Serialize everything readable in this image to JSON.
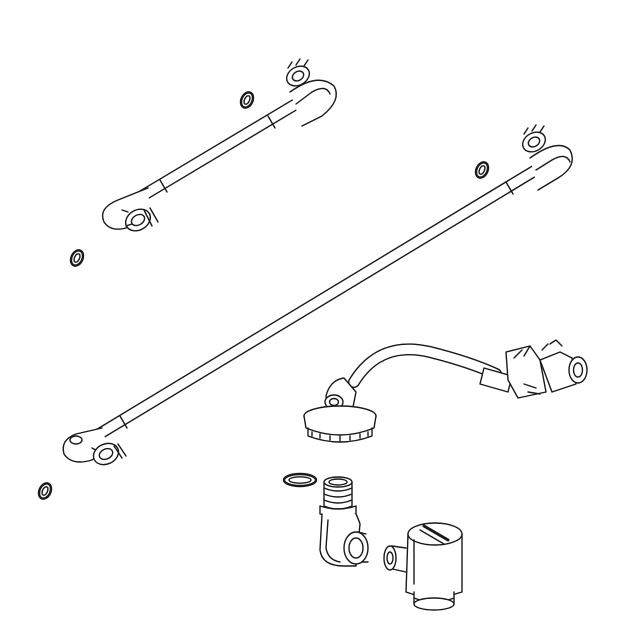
{
  "diagram": {
    "kind": "exploded-parts-line-drawing",
    "colors": {
      "background": "#ffffff",
      "line": "#1a1a1a",
      "fill": "#ffffff",
      "shade": "#e9e9e9"
    },
    "parts": [
      {
        "id": "short-pipe",
        "label": ""
      },
      {
        "id": "long-pipe",
        "label": ""
      },
      {
        "id": "drain-assembly",
        "label": ""
      },
      {
        "id": "elbow-connector",
        "label": ""
      },
      {
        "id": "fitting-valve",
        "label": ""
      },
      {
        "id": "o-rings",
        "label": ""
      }
    ]
  }
}
